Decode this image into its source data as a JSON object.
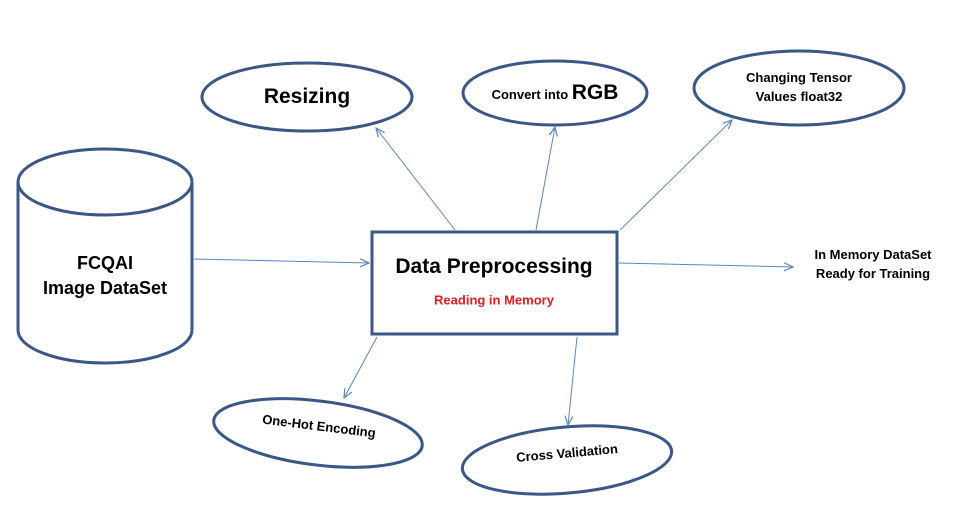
{
  "dataset": {
    "line1": "FCQAI",
    "line2": "Image DataSet"
  },
  "center": {
    "title": "Data Preprocessing",
    "subtitle": "Reading in Memory"
  },
  "steps": {
    "resizing": "Resizing",
    "rgb_prefix": "Convert into ",
    "rgb_big": "RGB",
    "tensor_line1": "Changing Tensor",
    "tensor_line2": "Values float32",
    "onehot": "One-Hot Encoding",
    "crossval": "Cross Validation"
  },
  "output": {
    "line1": "In Memory DataSet",
    "line2": "Ready for Training"
  },
  "colors": {
    "shape_stroke": "#3b5787",
    "arrow": "#5b84c4",
    "subtitle": "#e41a1c"
  }
}
